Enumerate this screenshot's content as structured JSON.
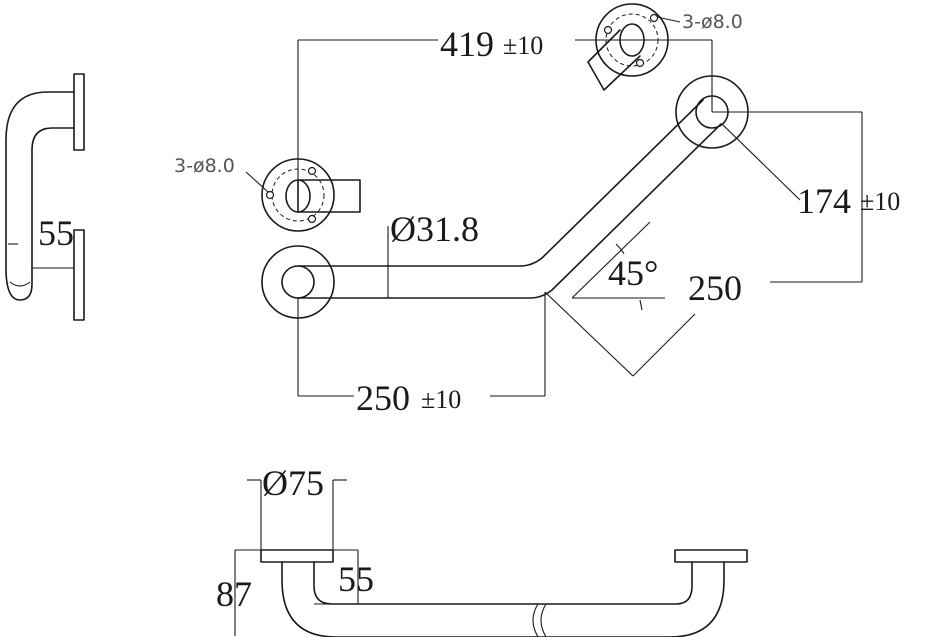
{
  "dimensions": {
    "overall_width": {
      "value": "419",
      "tolerance": "±10"
    },
    "rise": {
      "value": "174",
      "tolerance": "±10"
    },
    "straight_length": {
      "value": "250",
      "tolerance": "±10"
    },
    "angled_length": "250",
    "angle": "45°",
    "tube_diameter": "Ø31.8",
    "flange_diameter": "Ø75",
    "projection": "87",
    "wall_clearance_top": "55",
    "wall_clearance_side": "55"
  },
  "notes": {
    "mount_holes_left": "3-ø8.0",
    "mount_holes_right": "3-ø8.0"
  }
}
